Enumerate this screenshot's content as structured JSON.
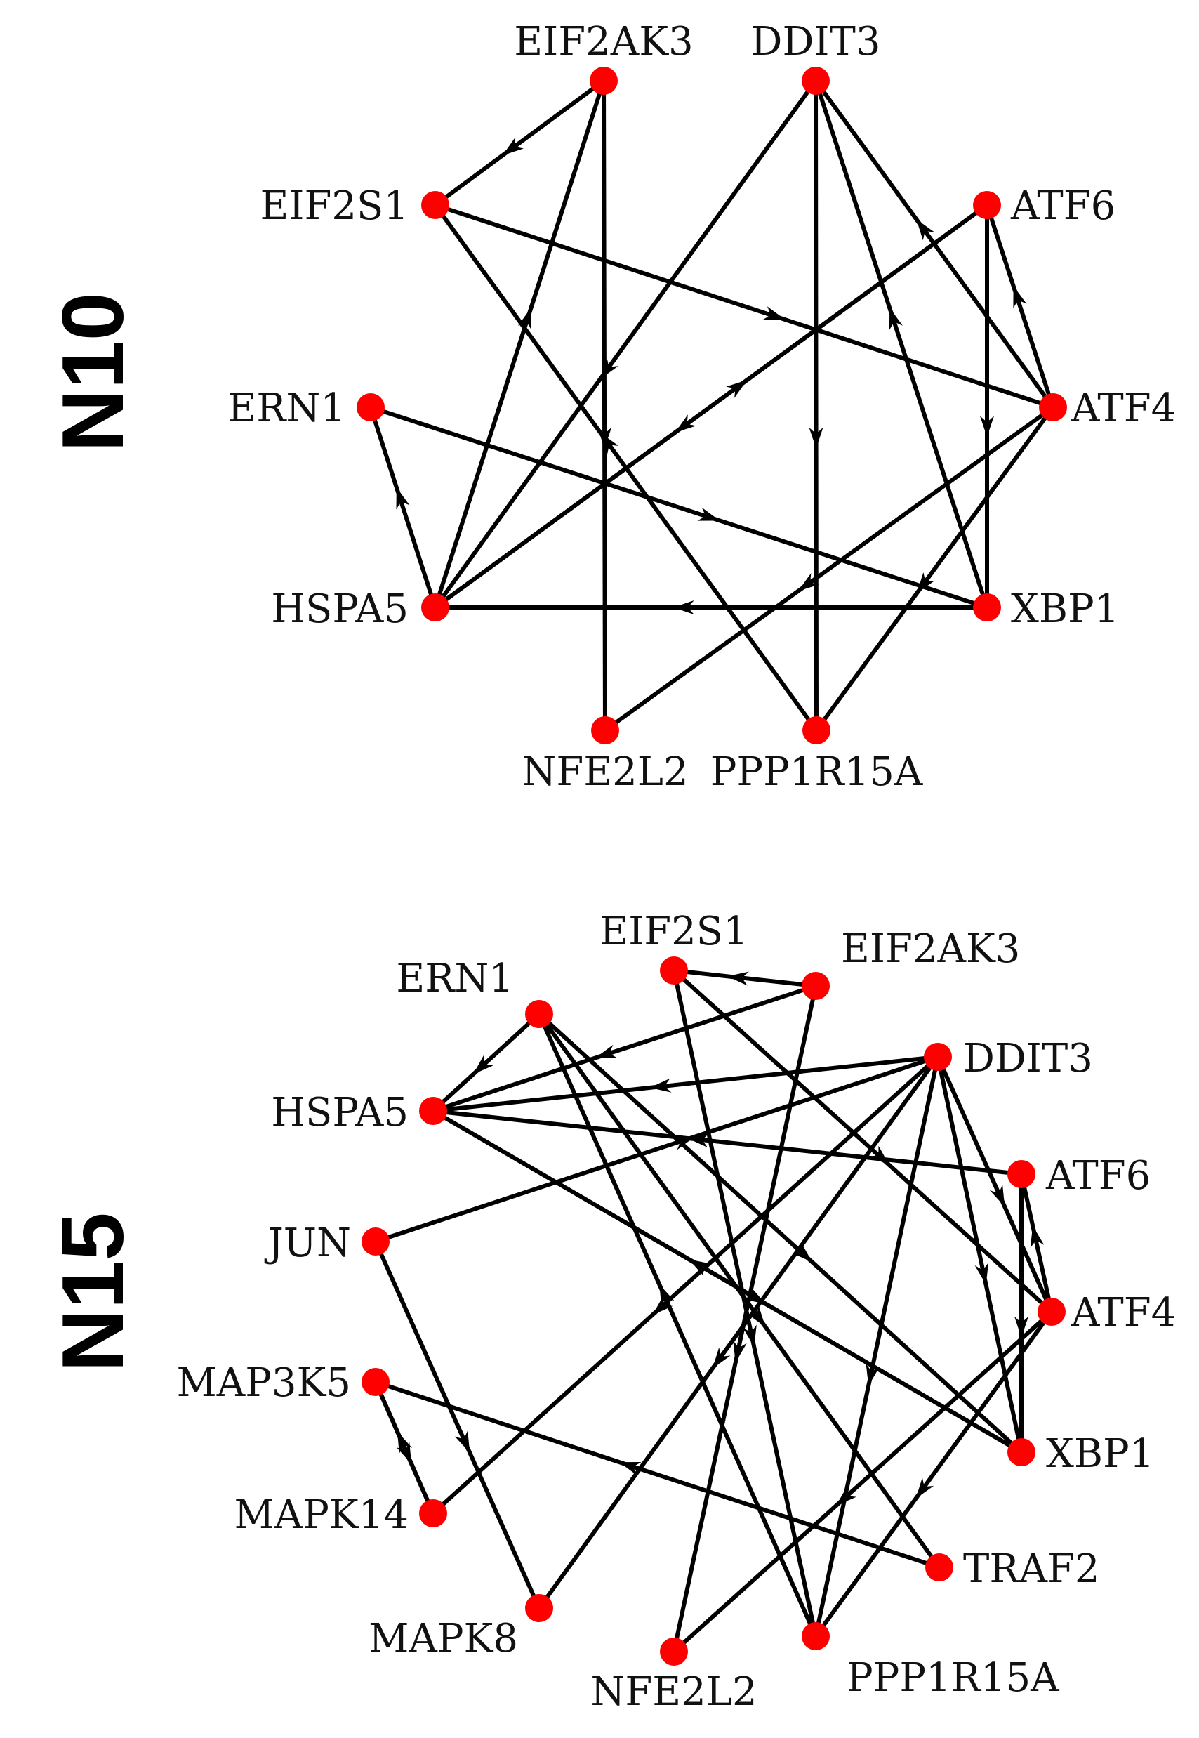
{
  "panels": [
    {
      "title": "N10",
      "nodes": [
        {
          "id": "EIF2AK3"
        },
        {
          "id": "DDIT3"
        },
        {
          "id": "EIF2S1"
        },
        {
          "id": "ATF6"
        },
        {
          "id": "ERN1"
        },
        {
          "id": "ATF4"
        },
        {
          "id": "HSPA5"
        },
        {
          "id": "XBP1"
        },
        {
          "id": "NFE2L2"
        },
        {
          "id": "PPP1R15A"
        }
      ],
      "edges": [
        {
          "source": "EIF2AK3",
          "target": "EIF2S1"
        },
        {
          "source": "EIF2AK3",
          "target": "NFE2L2"
        },
        {
          "source": "HSPA5",
          "target": "EIF2AK3"
        },
        {
          "source": "DDIT3",
          "target": "HSPA5"
        },
        {
          "source": "DDIT3",
          "target": "PPP1R15A"
        },
        {
          "source": "XBP1",
          "target": "DDIT3"
        },
        {
          "source": "ATF4",
          "target": "DDIT3"
        },
        {
          "source": "EIF2S1",
          "target": "ATF4"
        },
        {
          "source": "PPP1R15A",
          "target": "EIF2S1"
        },
        {
          "source": "ATF6",
          "target": "HSPA5"
        },
        {
          "source": "ATF6",
          "target": "XBP1"
        },
        {
          "source": "ATF4",
          "target": "ATF6"
        },
        {
          "source": "HSPA5",
          "target": "ATF6"
        },
        {
          "source": "ERN1",
          "target": "XBP1"
        },
        {
          "source": "HSPA5",
          "target": "ERN1"
        },
        {
          "source": "XBP1",
          "target": "HSPA5"
        },
        {
          "source": "ATF4",
          "target": "NFE2L2"
        },
        {
          "source": "ATF4",
          "target": "PPP1R15A"
        }
      ]
    },
    {
      "title": "N15",
      "nodes": [
        {
          "id": "EIF2S1"
        },
        {
          "id": "EIF2AK3"
        },
        {
          "id": "ERN1"
        },
        {
          "id": "DDIT3"
        },
        {
          "id": "HSPA5"
        },
        {
          "id": "ATF6"
        },
        {
          "id": "JUN"
        },
        {
          "id": "ATF4"
        },
        {
          "id": "MAP3K5"
        },
        {
          "id": "XBP1"
        },
        {
          "id": "MAPK14"
        },
        {
          "id": "TRAF2"
        },
        {
          "id": "MAPK8"
        },
        {
          "id": "NFE2L2"
        },
        {
          "id": "PPP1R15A"
        }
      ],
      "edges": [
        {
          "source": "EIF2AK3",
          "target": "EIF2S1"
        },
        {
          "source": "EIF2S1",
          "target": "ATF4"
        },
        {
          "source": "EIF2S1",
          "target": "PPP1R15A"
        },
        {
          "source": "EIF2AK3",
          "target": "HSPA5"
        },
        {
          "source": "EIF2AK3",
          "target": "NFE2L2"
        },
        {
          "source": "ERN1",
          "target": "HSPA5"
        },
        {
          "source": "ERN1",
          "target": "XBP1"
        },
        {
          "source": "ERN1",
          "target": "TRAF2"
        },
        {
          "source": "DDIT3",
          "target": "HSPA5"
        },
        {
          "source": "HSPA5",
          "target": "XBP1"
        },
        {
          "source": "XBP1",
          "target": "HSPA5"
        },
        {
          "source": "ATF6",
          "target": "HSPA5"
        },
        {
          "source": "ATF6",
          "target": "XBP1"
        },
        {
          "source": "ATF4",
          "target": "ATF6"
        },
        {
          "source": "JUN",
          "target": "DDIT3"
        },
        {
          "source": "JUN",
          "target": "MAPK8"
        },
        {
          "source": "DDIT3",
          "target": "MAPK14"
        },
        {
          "source": "DDIT3",
          "target": "MAPK8"
        },
        {
          "source": "DDIT3",
          "target": "PPP1R15A"
        },
        {
          "source": "DDIT3",
          "target": "ATF4"
        },
        {
          "source": "DDIT3",
          "target": "XBP1"
        },
        {
          "source": "ATF4",
          "target": "NFE2L2"
        },
        {
          "source": "ATF4",
          "target": "PPP1R15A"
        },
        {
          "source": "MAP3K5",
          "target": "MAPK14"
        },
        {
          "source": "MAPK14",
          "target": "MAP3K5"
        },
        {
          "source": "TRAF2",
          "target": "MAP3K5"
        },
        {
          "source": "PPP1R15A",
          "target": "ERN1"
        }
      ]
    }
  ],
  "colors": {
    "node": "#ff0000",
    "edge": "#000000",
    "text": "#111111"
  }
}
